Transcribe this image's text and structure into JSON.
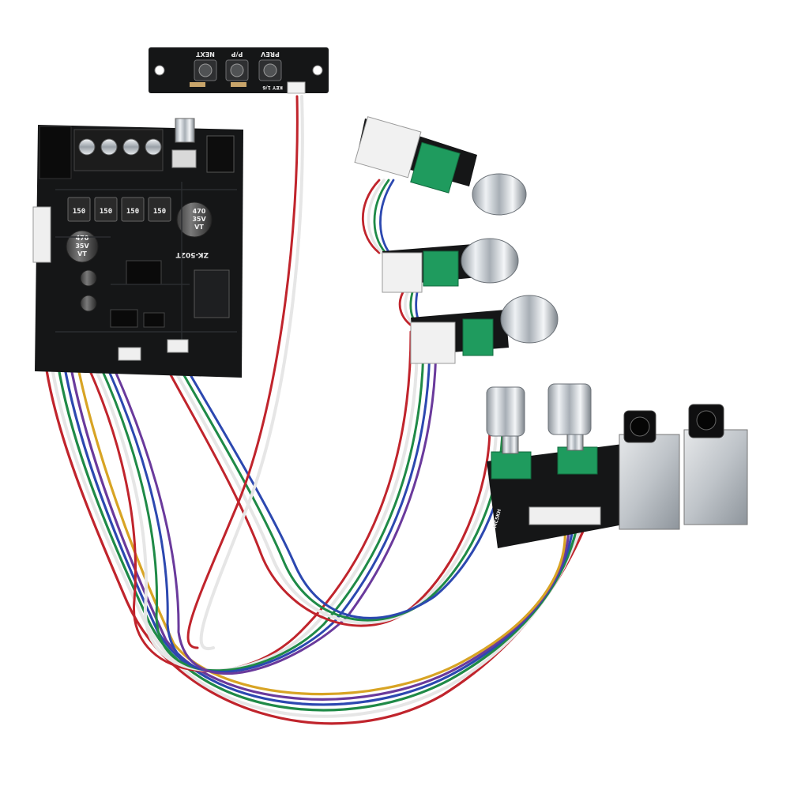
{
  "image": {
    "description_type": "product-photo",
    "background_color": "#ffffff"
  },
  "button_board": {
    "labels": [
      "NEXT",
      "P/P",
      "PREV"
    ],
    "connector_label": "KEY 1/6"
  },
  "main_board": {
    "model_label": "ZK-502T",
    "inductor_label": "150",
    "capacitor_large": [
      "470",
      "35V",
      "VT"
    ],
    "capacitor_small": [
      "470",
      "35V",
      "VT"
    ]
  },
  "jack_board": {
    "side_label": "MC5KH"
  },
  "colors": {
    "pcb": "#151617",
    "wire_red": "#c0242c",
    "wire_white": "#f1f1f1",
    "wire_green": "#1f8a47",
    "wire_blue": "#2c48b0",
    "wire_purple": "#6a3a9c",
    "wire_orange": "#d8a424",
    "pot_green": "#1f9b5e",
    "knob_chrome": "#c9ced3"
  }
}
